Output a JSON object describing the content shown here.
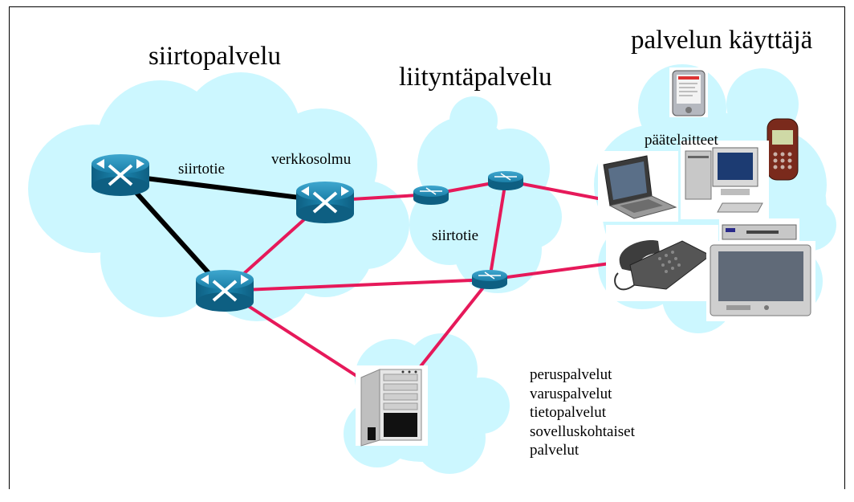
{
  "labels": {
    "transfer_service": "siirtopalvelu",
    "access_service": "liityntäpalvelu",
    "service_user": "palvelun käyttäjä",
    "terminals": "päätelaitteet",
    "link_left": "siirtotie",
    "network_node": "verkkosolmu",
    "link_middle": "siirtotie"
  },
  "services": [
    "peruspalvelut",
    "varuspalvelut",
    "tietopalvelut",
    "sovelluskohtaiset",
    "palvelut"
  ],
  "colors": {
    "cloud": "#ccf7ff",
    "backbone_link": "#000000",
    "access_link": "#e6195a",
    "router": "#1a7ea8"
  },
  "icons": [
    "router-icon",
    "pda-icon",
    "mobile-phone-icon",
    "laptop-icon",
    "desktop-computer-icon",
    "set-top-box-icon",
    "desk-phone-icon",
    "television-icon",
    "server-icon"
  ]
}
